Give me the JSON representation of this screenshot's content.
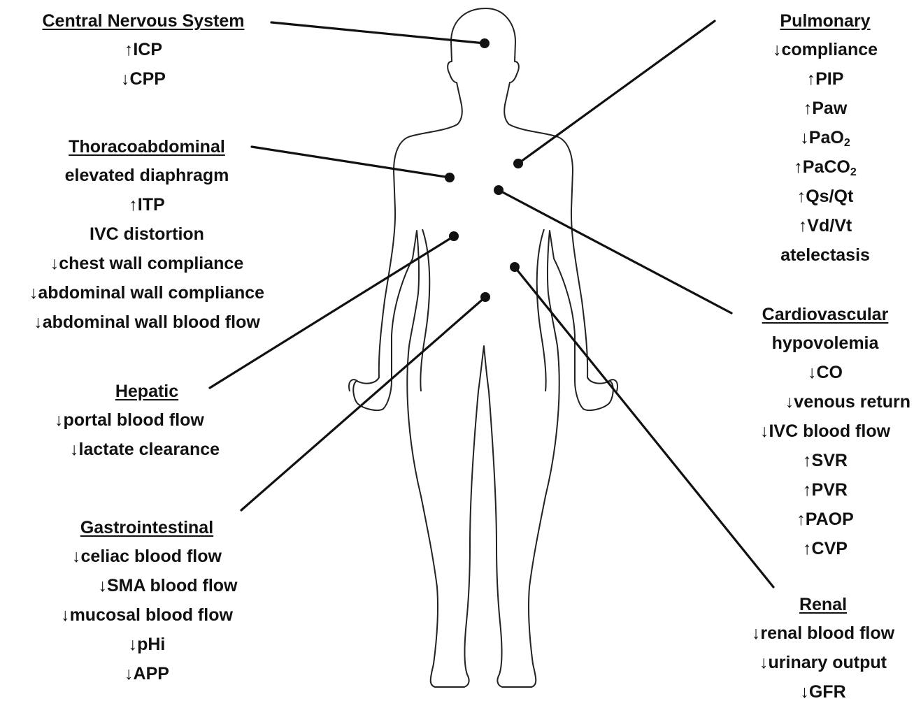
{
  "groups": {
    "cns": {
      "heading": "Central Nervous System",
      "items": [
        "↑ICP",
        "↓CPP"
      ]
    },
    "thoracoabdominal": {
      "heading": "Thoracoabdominal",
      "items": [
        "elevated diaphragm",
        "↑ITP",
        "IVC distortion",
        "↓chest wall compliance",
        "↓abdominal wall compliance",
        "↓abdominal wall blood flow"
      ]
    },
    "hepatic": {
      "heading": "Hepatic",
      "items": [
        "↓portal blood flow",
        "↓lactate clearance"
      ]
    },
    "gastrointestinal": {
      "heading": "Gastrointestinal",
      "items": [
        "↓celiac blood flow",
        "↓SMA blood flow",
        "↓mucosal blood flow",
        "↓pHi",
        "↓APP"
      ]
    },
    "pulmonary": {
      "heading": "Pulmonary",
      "items": [
        "↓compliance",
        "↑PIP",
        "↑Paw",
        "↓PaO",
        "↑PaCO",
        "↑Qs/Qt",
        "↑Vd/Vt",
        "atelectasis"
      ],
      "subscripts": [
        "2",
        "2"
      ]
    },
    "cardiovascular": {
      "heading": "Cardiovascular",
      "items": [
        "hypovolemia",
        "↓CO",
        "↓venous return",
        "↓IVC blood flow",
        "↑SVR",
        "↑PVR",
        "↑PAOP",
        "↑CVP"
      ]
    },
    "renal": {
      "heading": "Renal",
      "items": [
        "↓renal blood flow",
        "↓urinary output",
        "↓GFR"
      ]
    }
  },
  "colors": {
    "line": "#111111",
    "outline": "#222222",
    "background": "#ffffff"
  }
}
